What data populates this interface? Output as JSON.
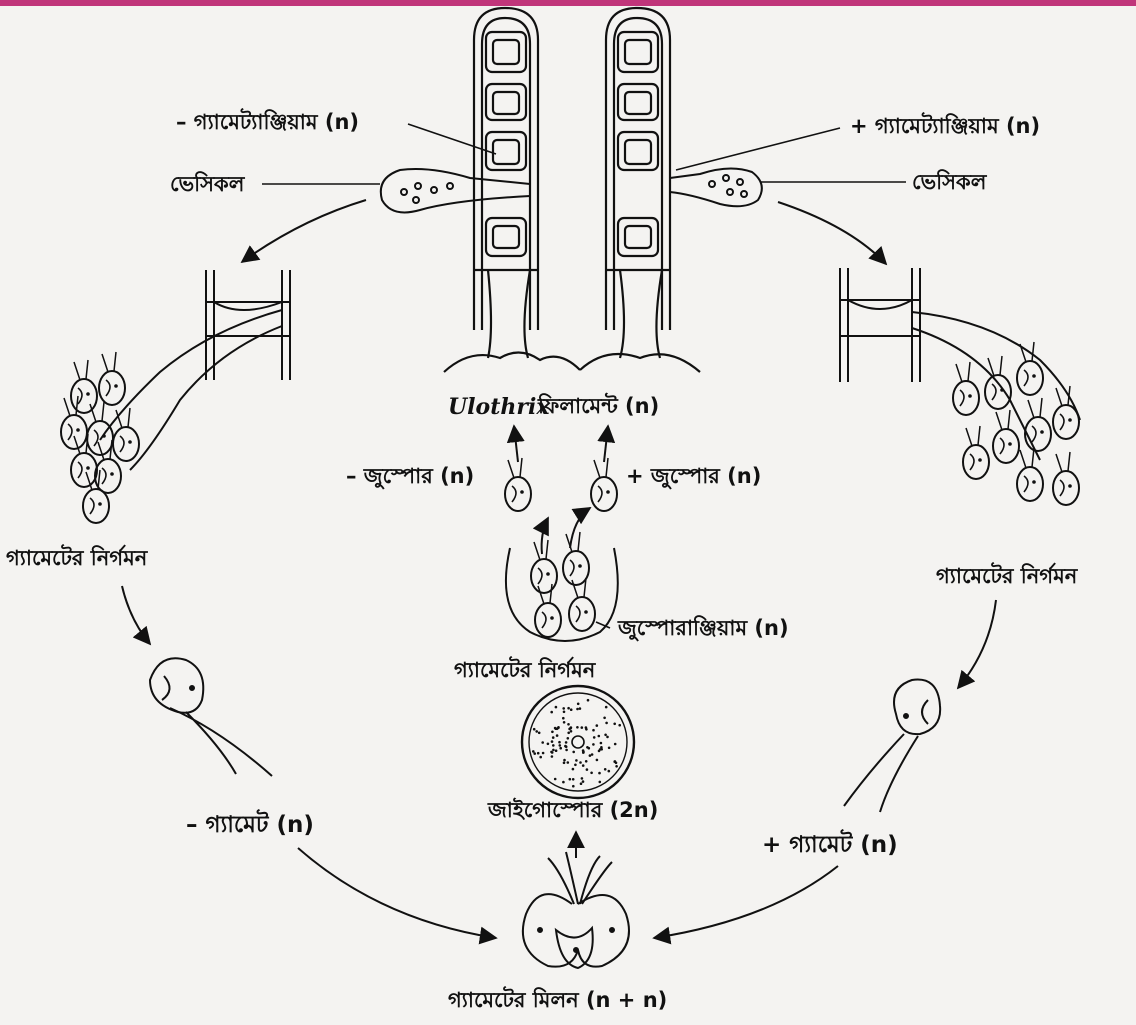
{
  "labels": {
    "minus_gametangium": "– গ্যামেট্যাঞ্জিয়াম (n)",
    "plus_gametangium": "+ গ্যামেট্যাঞ্জিয়াম (n)",
    "vesicle_left": "ভেসিকল",
    "vesicle_right": "ভেসিকল",
    "filament_genus": "Ulothrix",
    "filament_suffix": "ফিলামেন্ট (n)",
    "minus_zoospore": "– জুস্পোর (n)",
    "plus_zoospore": "+ জুস্পোর (n)",
    "zoosporangium": "জুস্পোরাঞ্জিয়াম (n)",
    "gamete_release_left": "গ্যামেটের নির্গমন",
    "gamete_release_right": "গ্যামেটের নির্গমন",
    "gamete_release_center": "গ্যামেটের নির্গমন",
    "zygospore": "জাইগোস্পোর (2n)",
    "minus_gamete": "– গ্যামেট (n)",
    "plus_gamete": "+ গ্যামেট (n)",
    "gamete_fusion": "গ্যামেটের মিলন (n + n)"
  },
  "colors": {
    "background": "#f4f3f1",
    "ink": "#111111",
    "top_border": "#c0357a"
  }
}
